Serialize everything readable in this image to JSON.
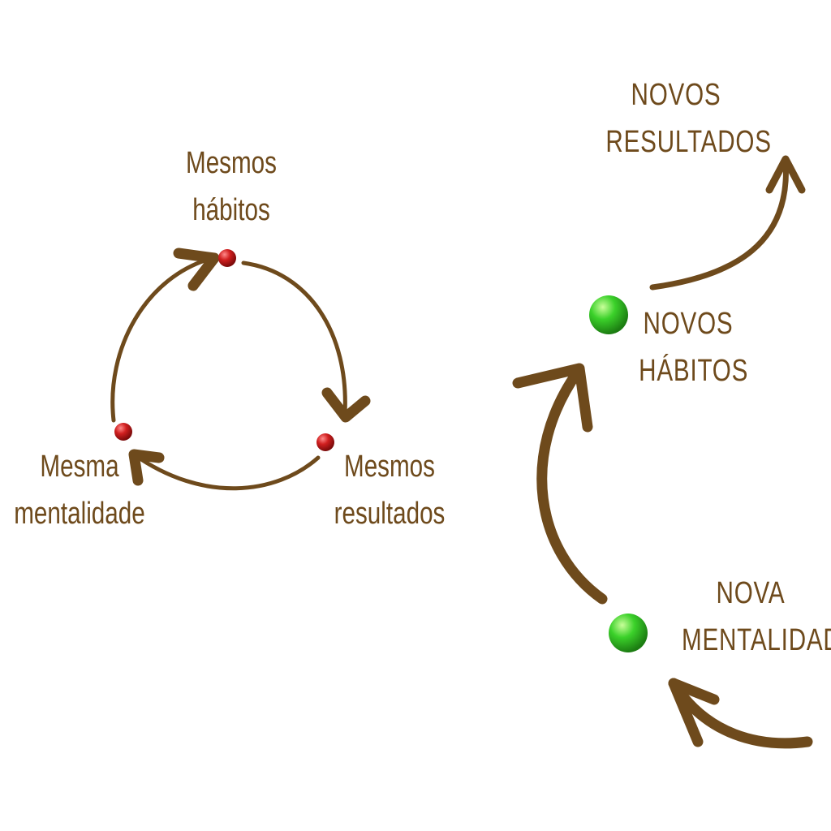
{
  "colors": {
    "arrow": "#6e4a1c",
    "label": "#6e4a1c",
    "dot_old": "#d01f1f",
    "dot_new": "#3bd12a",
    "background": "#ffffff"
  },
  "old_cycle": {
    "node_habits": {
      "line1": "Mesmos",
      "line2": "hábitos"
    },
    "node_results": {
      "line1": "Mesmos",
      "line2": "resultados"
    },
    "node_mindset": {
      "line1": "Mesma",
      "line2": "mentalidade"
    }
  },
  "new_path": {
    "node_mindset": {
      "line1": "NOVA",
      "line2": "MENTALIDADE"
    },
    "node_habits": {
      "line1": "NOVOS",
      "line2": "HÁBITOS"
    },
    "node_results": {
      "line1": "NOVOS",
      "line2": "RESULTADOS"
    }
  }
}
